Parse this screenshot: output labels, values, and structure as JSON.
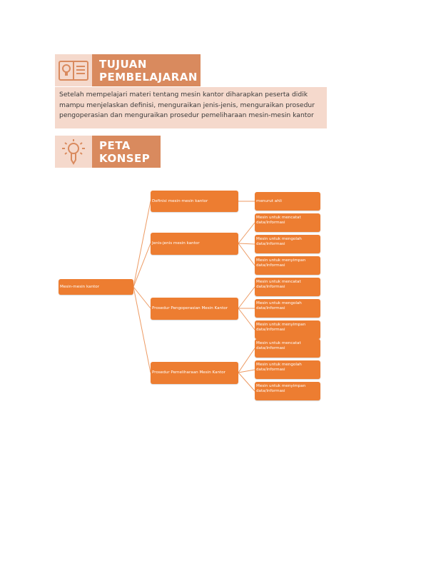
{
  "sections": {
    "objective_title": "TUJUAN PEMBELAJARAN",
    "objective_text": "Setelah mempelajari materi tentang mesin kantor diharapkan peserta didik mampu menjelaskan definisi, menguraikan jenis-jenis, menguraikan prosedur pengoperasian dan menguraikan prosedur pemeliharaan mesin-mesin kantor",
    "concept_title": "PETA KONSEP"
  },
  "concept_map": {
    "root": "Mesin-mesin kantor",
    "branches": [
      {
        "label": "Definisi mesin-mesin kantor",
        "children": [
          "menurut ahli"
        ]
      },
      {
        "label": "Jenis-jenis mesin kantor",
        "children": [
          "Mesin untuk mencatat data/informasi",
          "Mesin untuk mengolah data/informasi",
          "Mesin untuk menyimpan data/informasi"
        ]
      },
      {
        "label": "Prosedur Pengoperasian Mesin Kantor",
        "children": [
          "Mesin untuk mencatat data/informasi",
          "Mesin untuk mengolah data/informasi",
          "Mesin untuk menyimpan data/informasi"
        ]
      },
      {
        "label": "Prosedur Pemeliharaan Mesin Kantor",
        "children": [
          "Mesin untuk mencatat data/informasi",
          "Mesin untuk mengolah data/informasi",
          "Mesin untuk menyimpan data/informasi"
        ]
      }
    ]
  },
  "colors": {
    "node": "#ed7d31",
    "line": "#ed9a63",
    "banner": "#d98a5e",
    "banner_light": "#f5d9cc"
  }
}
